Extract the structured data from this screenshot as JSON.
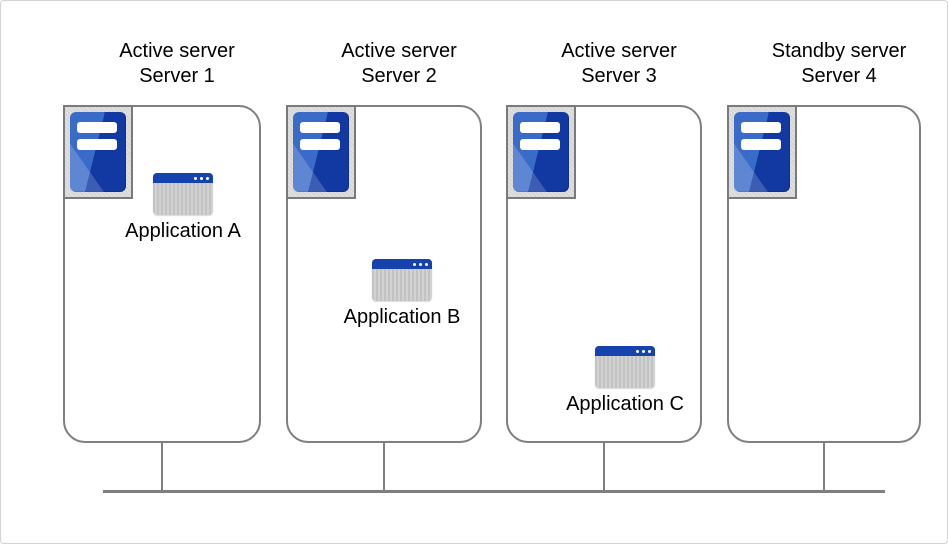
{
  "diagram": {
    "type": "server-cluster-architecture",
    "servers": [
      {
        "role": "Active server",
        "name": "Server 1",
        "application": "Application A"
      },
      {
        "role": "Active server",
        "name": "Server 2",
        "application": "Application B"
      },
      {
        "role": "Active server",
        "name": "Server 3",
        "application": "Application C"
      },
      {
        "role": "Standby server",
        "name": "Server 4",
        "application": null
      }
    ],
    "icons": {
      "server": "server-tower-icon",
      "application": "application-window-icon"
    },
    "colors": {
      "box_border": "#7f7f7f",
      "bus_line": "#7f7f7f",
      "server_icon_blue_light": "#3a6bc8",
      "server_icon_blue_dark": "#1238a2",
      "app_titlebar_blue": "#1642ad",
      "app_body_gray": "#c9c9c9",
      "icon_tray_gray": "#d6d6d6",
      "text": "#000000",
      "background": "#ffffff"
    }
  }
}
